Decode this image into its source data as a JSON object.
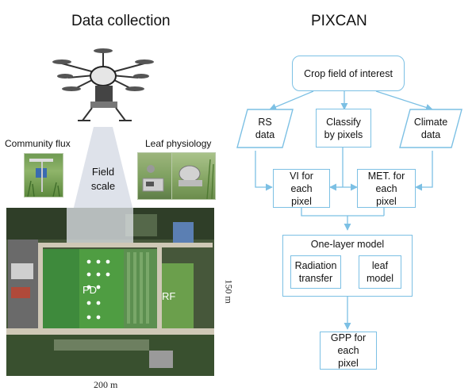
{
  "left_panel": {
    "title": "Data collection",
    "community_flux_label": "Community flux",
    "leaf_physiology_label": "Leaf physiology",
    "field_scale_label": "Field\nscale",
    "plot_labels": {
      "pd": "PD",
      "rf": "RF"
    },
    "scale_x": "200 m",
    "scale_y": "150 m"
  },
  "right_panel": {
    "title": "PIXCAN",
    "crop_field": "Crop field of interest",
    "rs_data": "RS\ndata",
    "classify": "Classify\nby pixels",
    "climate_data": "Climate\ndata",
    "vi_pixel": "VI for\neach\npixel",
    "met_pixel": "MET. for\neach\npixel",
    "model_title": "One-layer model",
    "radiation_transfer": "Radiation\ntransfer",
    "leaf_model": "leaf\nmodel",
    "gpp": "GPP for\neach\npixel"
  },
  "colors": {
    "box_border": "#7cc0e4",
    "arrow": "#7cc0e4",
    "double_arrow": "#8fb6d4"
  }
}
